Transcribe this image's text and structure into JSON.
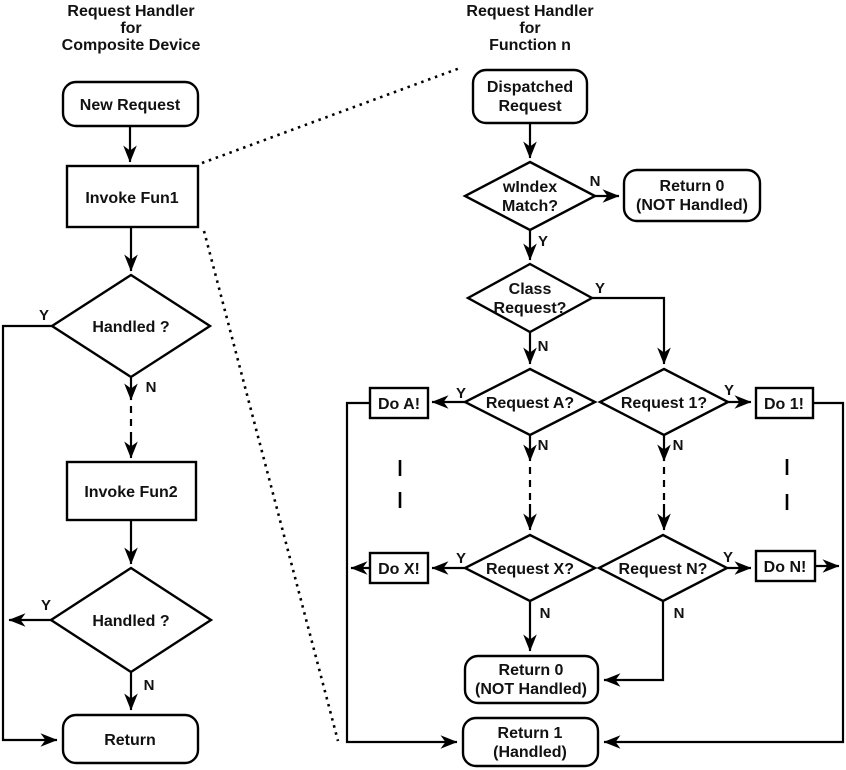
{
  "left": {
    "title": [
      "Request Handler",
      "for",
      "Composite Device"
    ],
    "new_request": "New Request",
    "invoke_fun1": "Invoke Fun1",
    "handled_1": "Handled ?",
    "invoke_fun2": "Invoke Fun2",
    "handled_2": "Handled ?",
    "return": "Return"
  },
  "right": {
    "title": [
      "Request Handler",
      "for",
      "Function n"
    ],
    "dispatched": [
      "Dispatched",
      "Request"
    ],
    "windex_match": [
      "wIndex",
      "Match?"
    ],
    "return0_top": [
      "Return 0",
      "(NOT Handled)"
    ],
    "class_request": [
      "Class",
      "Request?"
    ],
    "request_a": "Request A?",
    "request_1": "Request 1?",
    "do_a": "Do A!",
    "do_1": "Do 1!",
    "request_x": "Request X?",
    "request_n": "Request N?",
    "do_x": "Do X!",
    "do_n": "Do N!",
    "return0_bottom": [
      "Return 0",
      "(NOT Handled)"
    ],
    "return1": [
      "Return 1",
      "(Handled)"
    ]
  },
  "labels": {
    "yes": "Y",
    "no": "N"
  },
  "colors": {
    "stroke": "#000000",
    "background": "#ffffff"
  }
}
